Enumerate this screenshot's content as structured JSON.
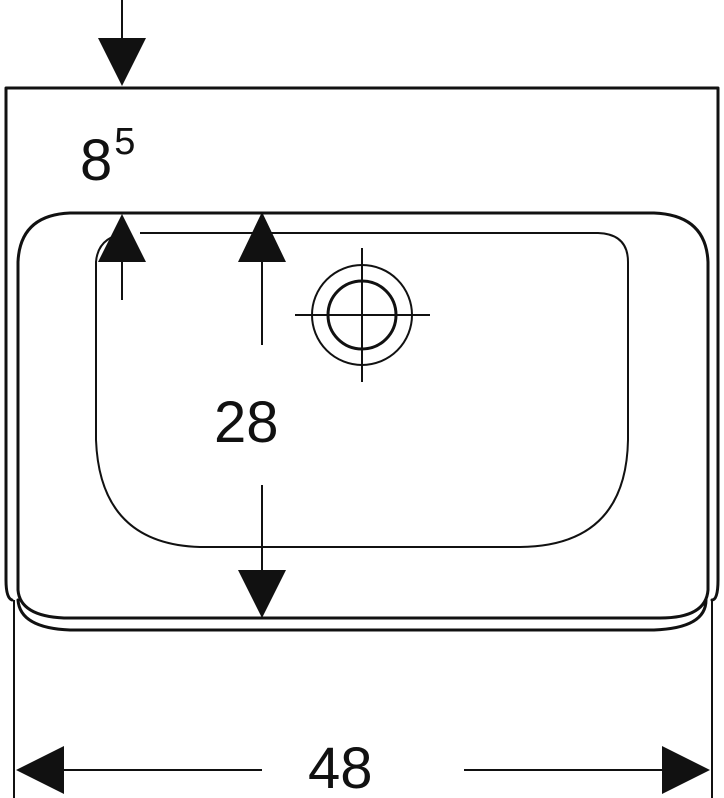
{
  "dimensions": {
    "rim_depth": {
      "base": "8",
      "superscript": "5"
    },
    "basin_depth": "28",
    "overall_width": "48"
  },
  "colors": {
    "line": "#111111",
    "background": "#ffffff"
  }
}
